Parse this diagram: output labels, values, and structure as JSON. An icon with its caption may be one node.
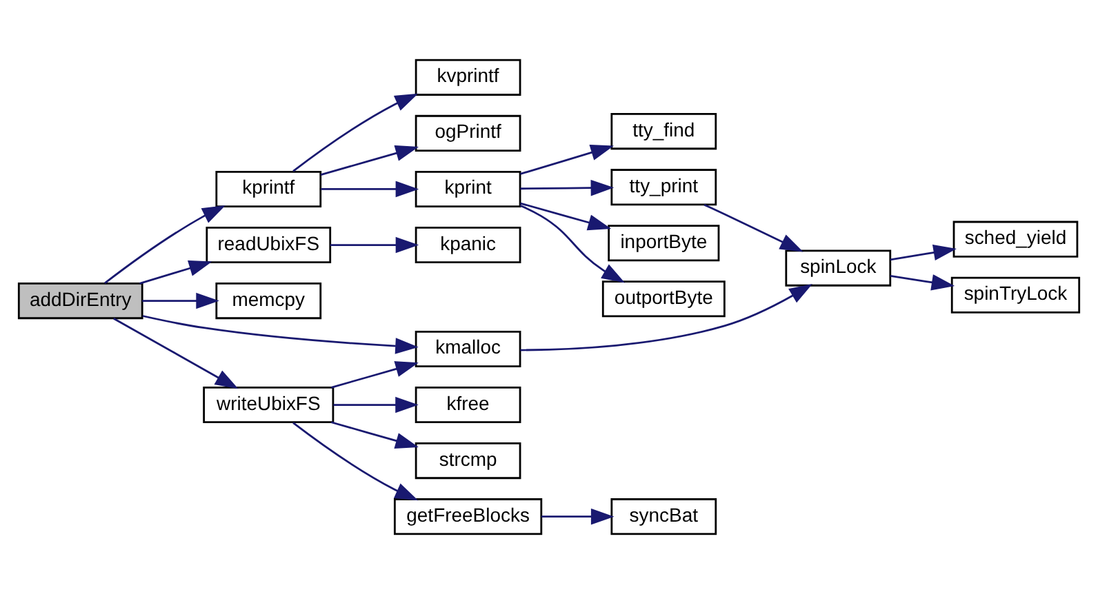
{
  "diagram": {
    "nodes": [
      {
        "text": [
          "addDirEntry"
        ]
      },
      {
        "text": [
          "kprintf"
        ]
      },
      {
        "text": [
          "readUbixFS"
        ]
      },
      {
        "text": [
          "memcpy"
        ]
      },
      {
        "text": [
          "kmalloc"
        ]
      },
      {
        "text": [
          "writeUbixFS"
        ]
      },
      {
        "text": [
          "kvprintf"
        ]
      },
      {
        "text": [
          "ogPrintf"
        ]
      },
      {
        "text": [
          "kprint"
        ]
      },
      {
        "text": [
          "kpanic"
        ]
      },
      {
        "text": [
          "kfree"
        ]
      },
      {
        "text": [
          "strcmp"
        ]
      },
      {
        "text": [
          "getFreeBlocks"
        ]
      },
      {
        "text": [
          "tty_find"
        ]
      },
      {
        "text": [
          "tty_print"
        ]
      },
      {
        "text": [
          "inportByte"
        ]
      },
      {
        "text": [
          "outportByte"
        ]
      },
      {
        "text": [
          "syncBat"
        ]
      },
      {
        "text": [
          "spinLock"
        ]
      },
      {
        "text": [
          "sched_yield"
        ]
      },
      {
        "text": [
          "spinTryLock"
        ]
      }
    ],
    "edges": [
      {
        "from": 0,
        "to": 1,
        "arrow": "to"
      },
      {
        "from": 0,
        "to": 2,
        "arrow": "to"
      },
      {
        "from": 0,
        "to": 3,
        "arrow": "to"
      },
      {
        "from": 0,
        "to": 4,
        "arrow": "to"
      },
      {
        "from": 0,
        "to": 5,
        "arrow": "to"
      },
      {
        "from": 1,
        "to": 6,
        "arrow": "to"
      },
      {
        "from": 1,
        "to": 7,
        "arrow": "to"
      },
      {
        "from": 1,
        "to": 8,
        "arrow": "to"
      },
      {
        "from": 2,
        "to": 9,
        "arrow": "to"
      },
      {
        "from": 5,
        "to": 4,
        "arrow": "to"
      },
      {
        "from": 5,
        "to": 10,
        "arrow": "to"
      },
      {
        "from": 5,
        "to": 11,
        "arrow": "to"
      },
      {
        "from": 5,
        "to": 12,
        "arrow": "to"
      },
      {
        "from": 8,
        "to": 13,
        "arrow": "to"
      },
      {
        "from": 8,
        "to": 14,
        "arrow": "to"
      },
      {
        "from": 8,
        "to": 15,
        "arrow": "to"
      },
      {
        "from": 8,
        "to": 16,
        "arrow": "to"
      },
      {
        "from": 12,
        "to": 17,
        "arrow": "to"
      },
      {
        "from": 4,
        "to": 18,
        "arrow": "to"
      },
      {
        "from": 14,
        "to": 18,
        "arrow": "to"
      },
      {
        "from": 18,
        "to": 19,
        "arrow": "to"
      },
      {
        "from": 18,
        "to": 20,
        "arrow": "to"
      }
    ]
  }
}
